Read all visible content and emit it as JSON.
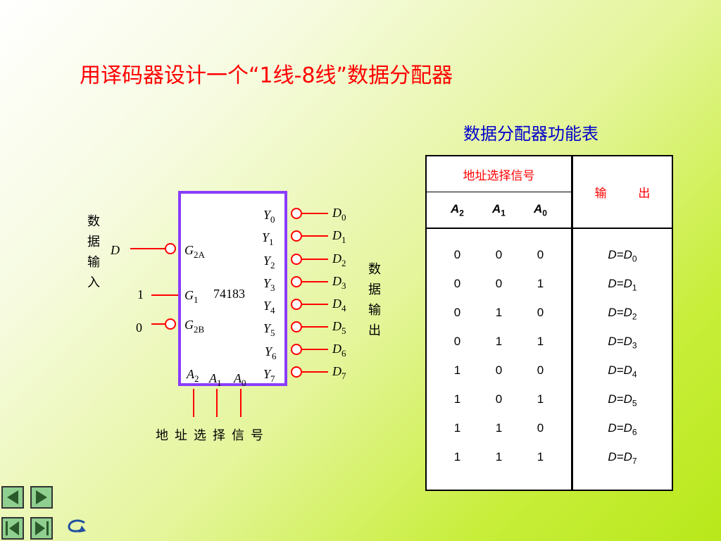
{
  "title": "用译码器设计一个“1线-8线”数据分配器",
  "table_title": "数据分配器功能表",
  "table": {
    "header_address": "地址选择信号",
    "header_output": "输 出",
    "col_headers": [
      {
        "letter": "A",
        "sub": "2"
      },
      {
        "letter": "A",
        "sub": "1"
      },
      {
        "letter": "A",
        "sub": "0"
      }
    ],
    "rows": [
      {
        "a2": "0",
        "a1": "0",
        "a0": "0",
        "out_d": "D=D",
        "out_sub": "0"
      },
      {
        "a2": "0",
        "a1": "0",
        "a0": "1",
        "out_d": "D=D",
        "out_sub": "1"
      },
      {
        "a2": "0",
        "a1": "1",
        "a0": "0",
        "out_d": "D=D",
        "out_sub": "2"
      },
      {
        "a2": "0",
        "a1": "1",
        "a0": "1",
        "out_d": "D=D",
        "out_sub": "3"
      },
      {
        "a2": "1",
        "a1": "0",
        "a0": "0",
        "out_d": "D=D",
        "out_sub": "4"
      },
      {
        "a2": "1",
        "a1": "0",
        "a0": "1",
        "out_d": "D=D",
        "out_sub": "5"
      },
      {
        "a2": "1",
        "a1": "1",
        "a0": "0",
        "out_d": "D=D",
        "out_sub": "6"
      },
      {
        "a2": "1",
        "a1": "1",
        "a0": "1",
        "out_d": "D=D",
        "out_sub": "7"
      }
    ]
  },
  "diagram": {
    "chip_name": "74183",
    "data_in_label": [
      "数",
      "据",
      "输",
      "入"
    ],
    "data_out_label": [
      "数",
      "据",
      "输",
      "出"
    ],
    "address_label": "地址选择信号",
    "input_D": "D",
    "g1_value": "1",
    "g2b_value": "0",
    "inputs": {
      "g2a": {
        "letter": "G",
        "sub": "2A"
      },
      "g1": {
        "letter": "G",
        "sub": "1"
      },
      "g2b": {
        "letter": "G",
        "sub": "2B"
      }
    },
    "address_pins": [
      {
        "letter": "A",
        "sub": "2"
      },
      {
        "letter": "A",
        "sub": "1"
      },
      {
        "letter": "A",
        "sub": "0"
      }
    ],
    "outputs": [
      {
        "y": "Y",
        "ysub": "0",
        "d": "D",
        "dsub": "0"
      },
      {
        "y": "Y",
        "ysub": "1",
        "d": "D",
        "dsub": "1"
      },
      {
        "y": "Y",
        "ysub": "2",
        "d": "D",
        "dsub": "2"
      },
      {
        "y": "Y",
        "ysub": "3",
        "d": "D",
        "dsub": "3"
      },
      {
        "y": "Y",
        "ysub": "4",
        "d": "D",
        "dsub": "4"
      },
      {
        "y": "Y",
        "ysub": "5",
        "d": "D",
        "dsub": "5"
      },
      {
        "y": "Y",
        "ysub": "6",
        "d": "D",
        "dsub": "6"
      },
      {
        "y": "Y",
        "ysub": "7",
        "d": "D",
        "dsub": "7"
      }
    ]
  },
  "colors": {
    "title": "#ff0000",
    "subtitle": "#0000cc",
    "chip_border": "#8a3cff",
    "address_lines": "#ff0000",
    "table_header": "#ff0000"
  },
  "nav_icons": [
    "prev-slide-icon",
    "next-slide-icon",
    "first-slide-icon",
    "last-slide-icon",
    "return-icon"
  ]
}
